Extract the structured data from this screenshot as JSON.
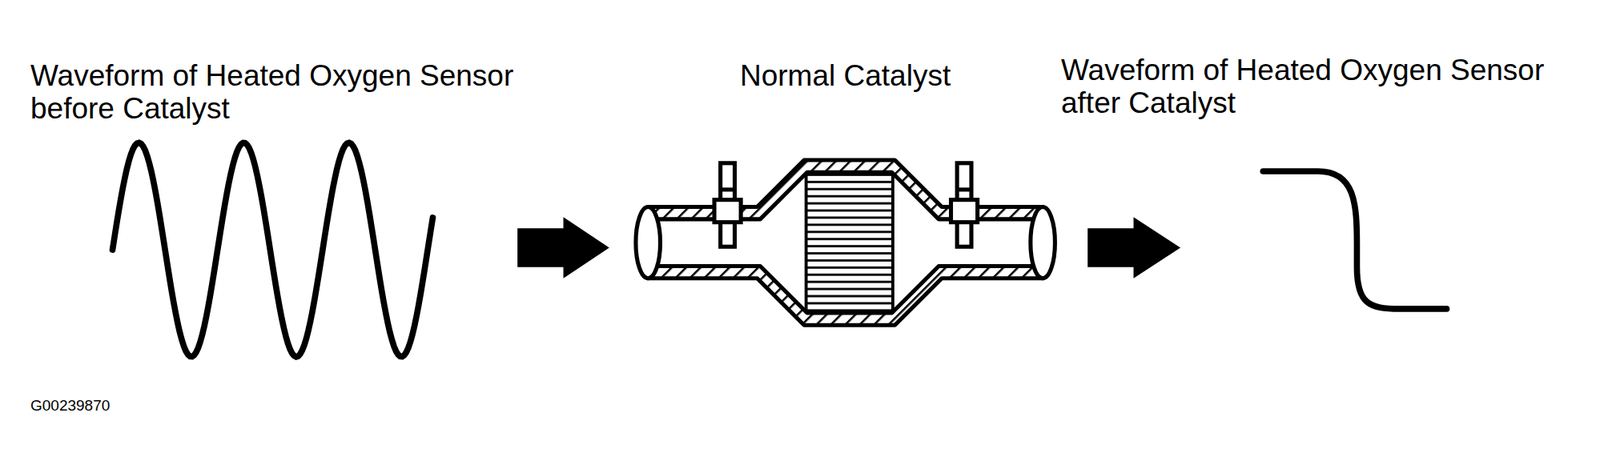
{
  "diagram": {
    "labels": [
      "Waveform of Heated Oxygen Sensor before Catalyst",
      "Normal Catalyst",
      "Waveform of Heated Oxygen Sensor after Catalyst",
      "G00239870"
    ]
  }
}
